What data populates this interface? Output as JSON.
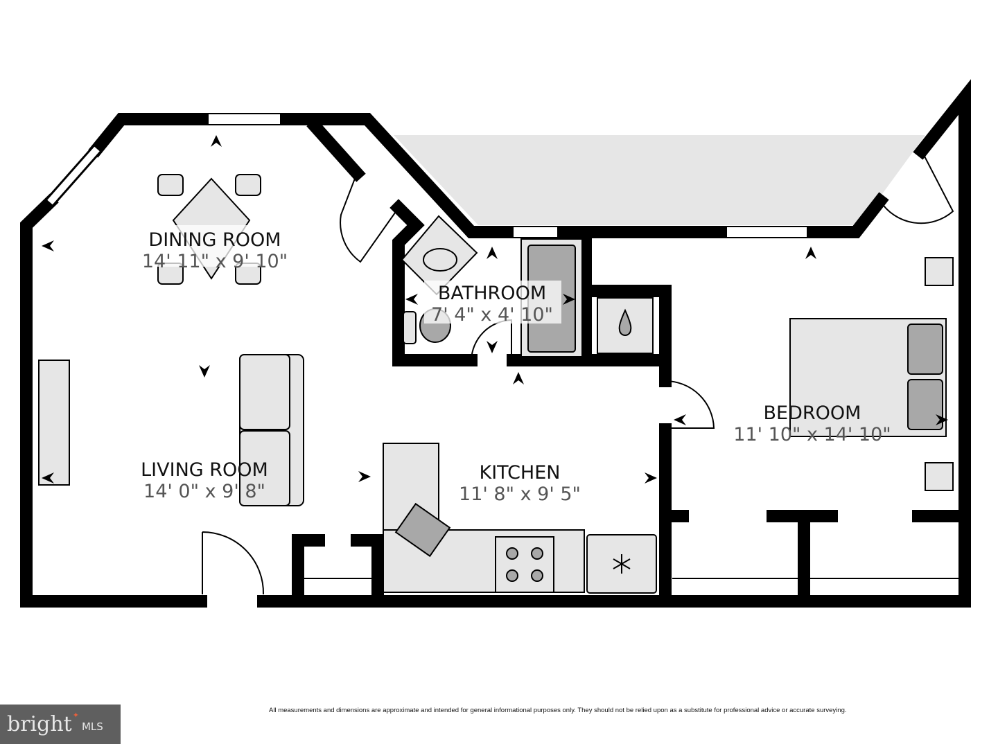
{
  "rooms": [
    {
      "name": "DINING ROOM",
      "dimensions": "14' 11\" x 9' 10\""
    },
    {
      "name": "BATHROOM",
      "dimensions": "7' 4\" x 4' 10\""
    },
    {
      "name": "LIVING ROOM",
      "dimensions": "14' 0\" x 9' 8\""
    },
    {
      "name": "KITCHEN",
      "dimensions": "11' 8\" x 9' 5\""
    },
    {
      "name": "BEDROOM",
      "dimensions": "11' 10\" x 14' 10\""
    }
  ],
  "disclaimer": "All measurements and dimensions are approximate and intended for general informational purposes only. They should not be relied upon as a substitute for professional advice or accurate surveying.",
  "logo": {
    "brand": "bright",
    "suffix": "MLS",
    "accent": "#e8603c"
  }
}
